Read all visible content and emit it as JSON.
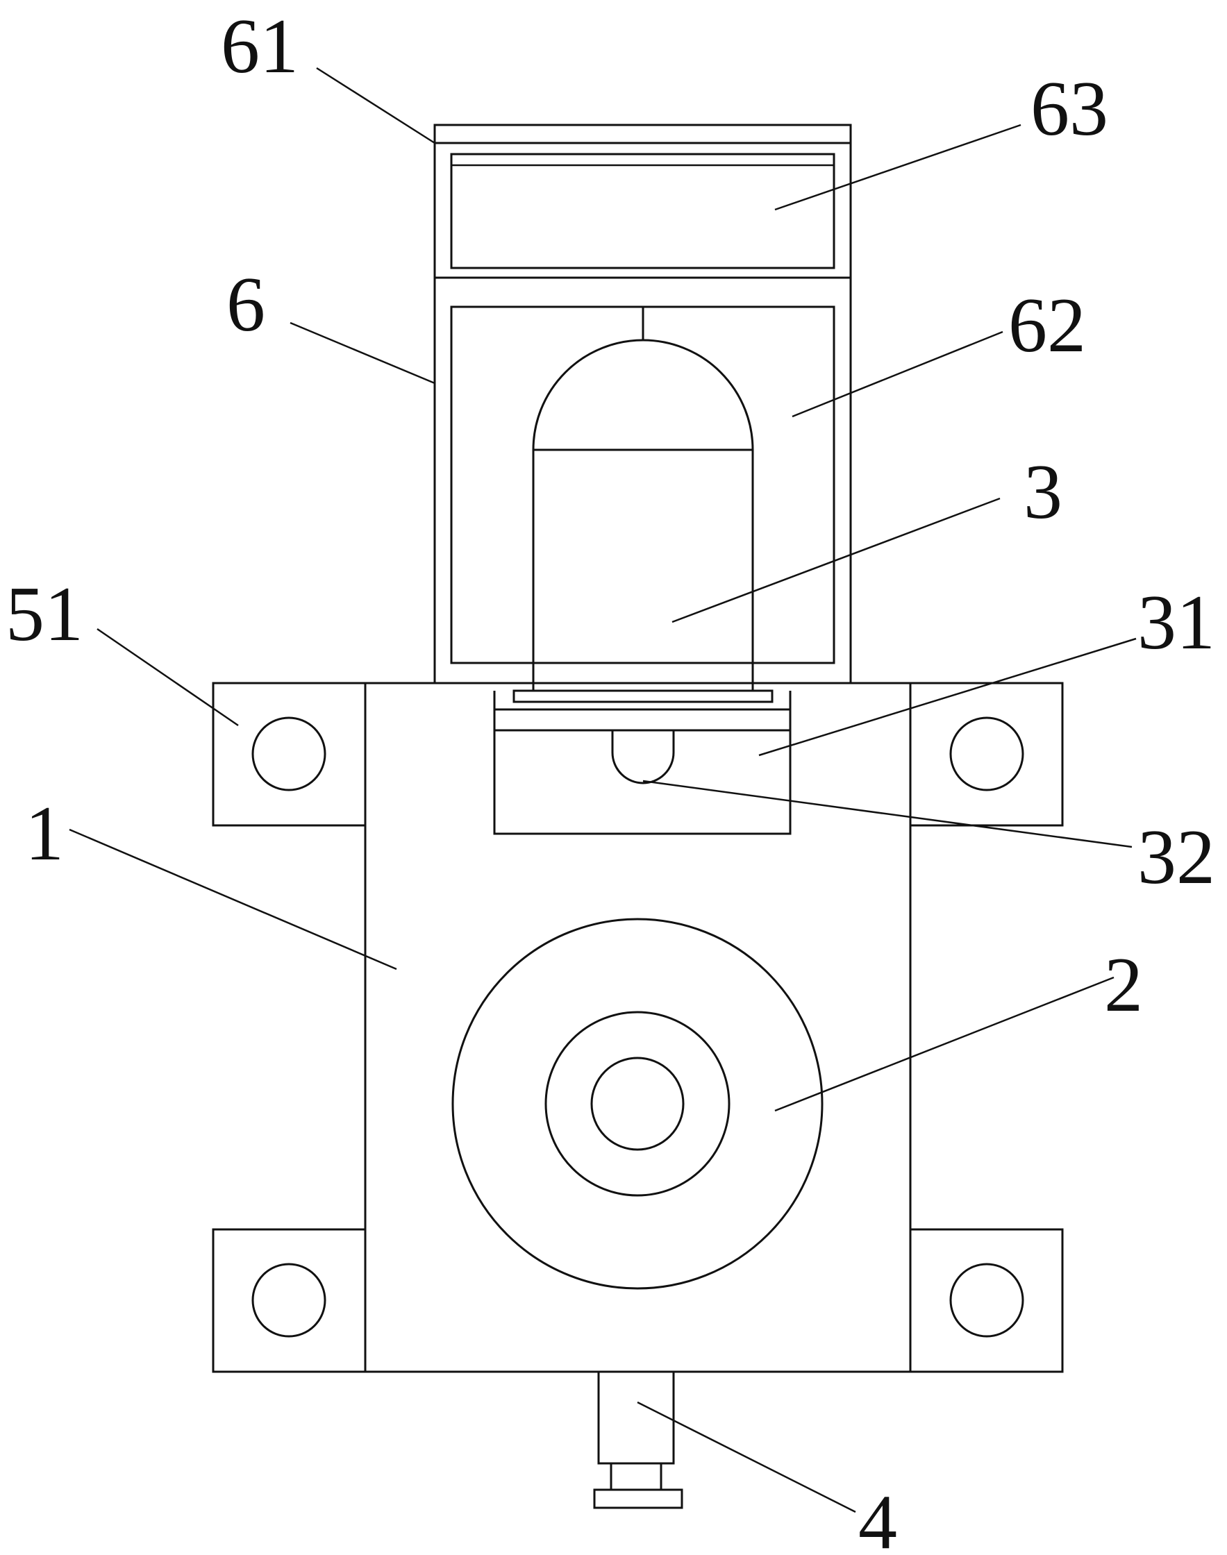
{
  "labels": {
    "l61": "61",
    "l63": "63",
    "l6": "6",
    "l62": "62",
    "l3": "3",
    "l51": "51",
    "l31": "31",
    "l1": "1",
    "l32": "32",
    "l2": "2",
    "l4": "4"
  },
  "colors": {
    "line": "#111111",
    "background": "#ffffff"
  }
}
